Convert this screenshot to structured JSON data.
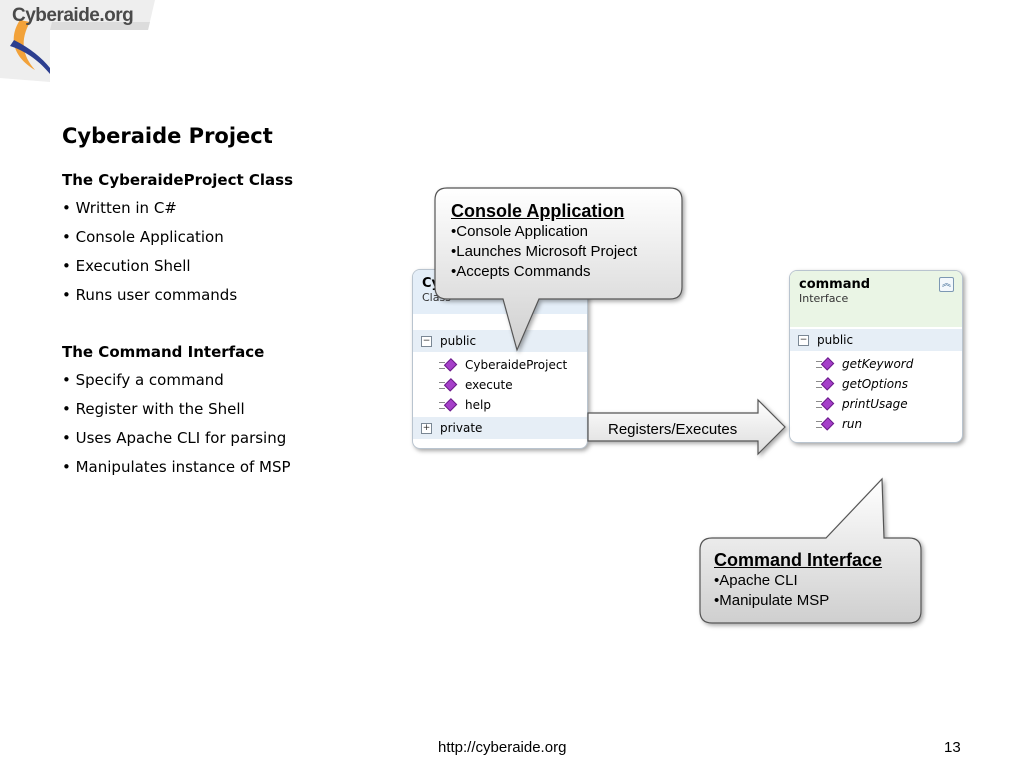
{
  "logo": {
    "text": "Cyberaide.org"
  },
  "slide": {
    "title": "Cyberaide Project"
  },
  "left": {
    "section1_heading": "The CyberaideProject Class",
    "section1_bullets": [
      "• Written in C#",
      "• Console Application",
      "• Execution Shell",
      "• Runs user commands"
    ],
    "section2_heading": "The Command Interface",
    "section2_bullets": [
      "• Specify a command",
      "• Register with the Shell",
      "• Uses Apache CLI for parsing",
      "• Manipulates instance of MSP"
    ]
  },
  "class_box": {
    "name": "Cy",
    "stereotype": "Class",
    "public_label": "public",
    "members": [
      "CyberaideProject",
      "execute",
      "help"
    ],
    "private_label": "private"
  },
  "interface_box": {
    "name": "command",
    "stereotype": "Interface",
    "public_label": "public",
    "members": [
      "getKeyword",
      "getOptions",
      "printUsage",
      "run"
    ]
  },
  "callout_console": {
    "title": "Console Application",
    "items": [
      "•Console Application",
      "•Launches Microsoft Project",
      "•Accepts Commands"
    ]
  },
  "arrow": {
    "label": "Registers/Executes"
  },
  "callout_command": {
    "title": "Command Interface",
    "items": [
      "•Apache CLI",
      "•Manipulate MSP"
    ]
  },
  "footer": {
    "url": "http://cyberaide.org",
    "page": "13"
  }
}
